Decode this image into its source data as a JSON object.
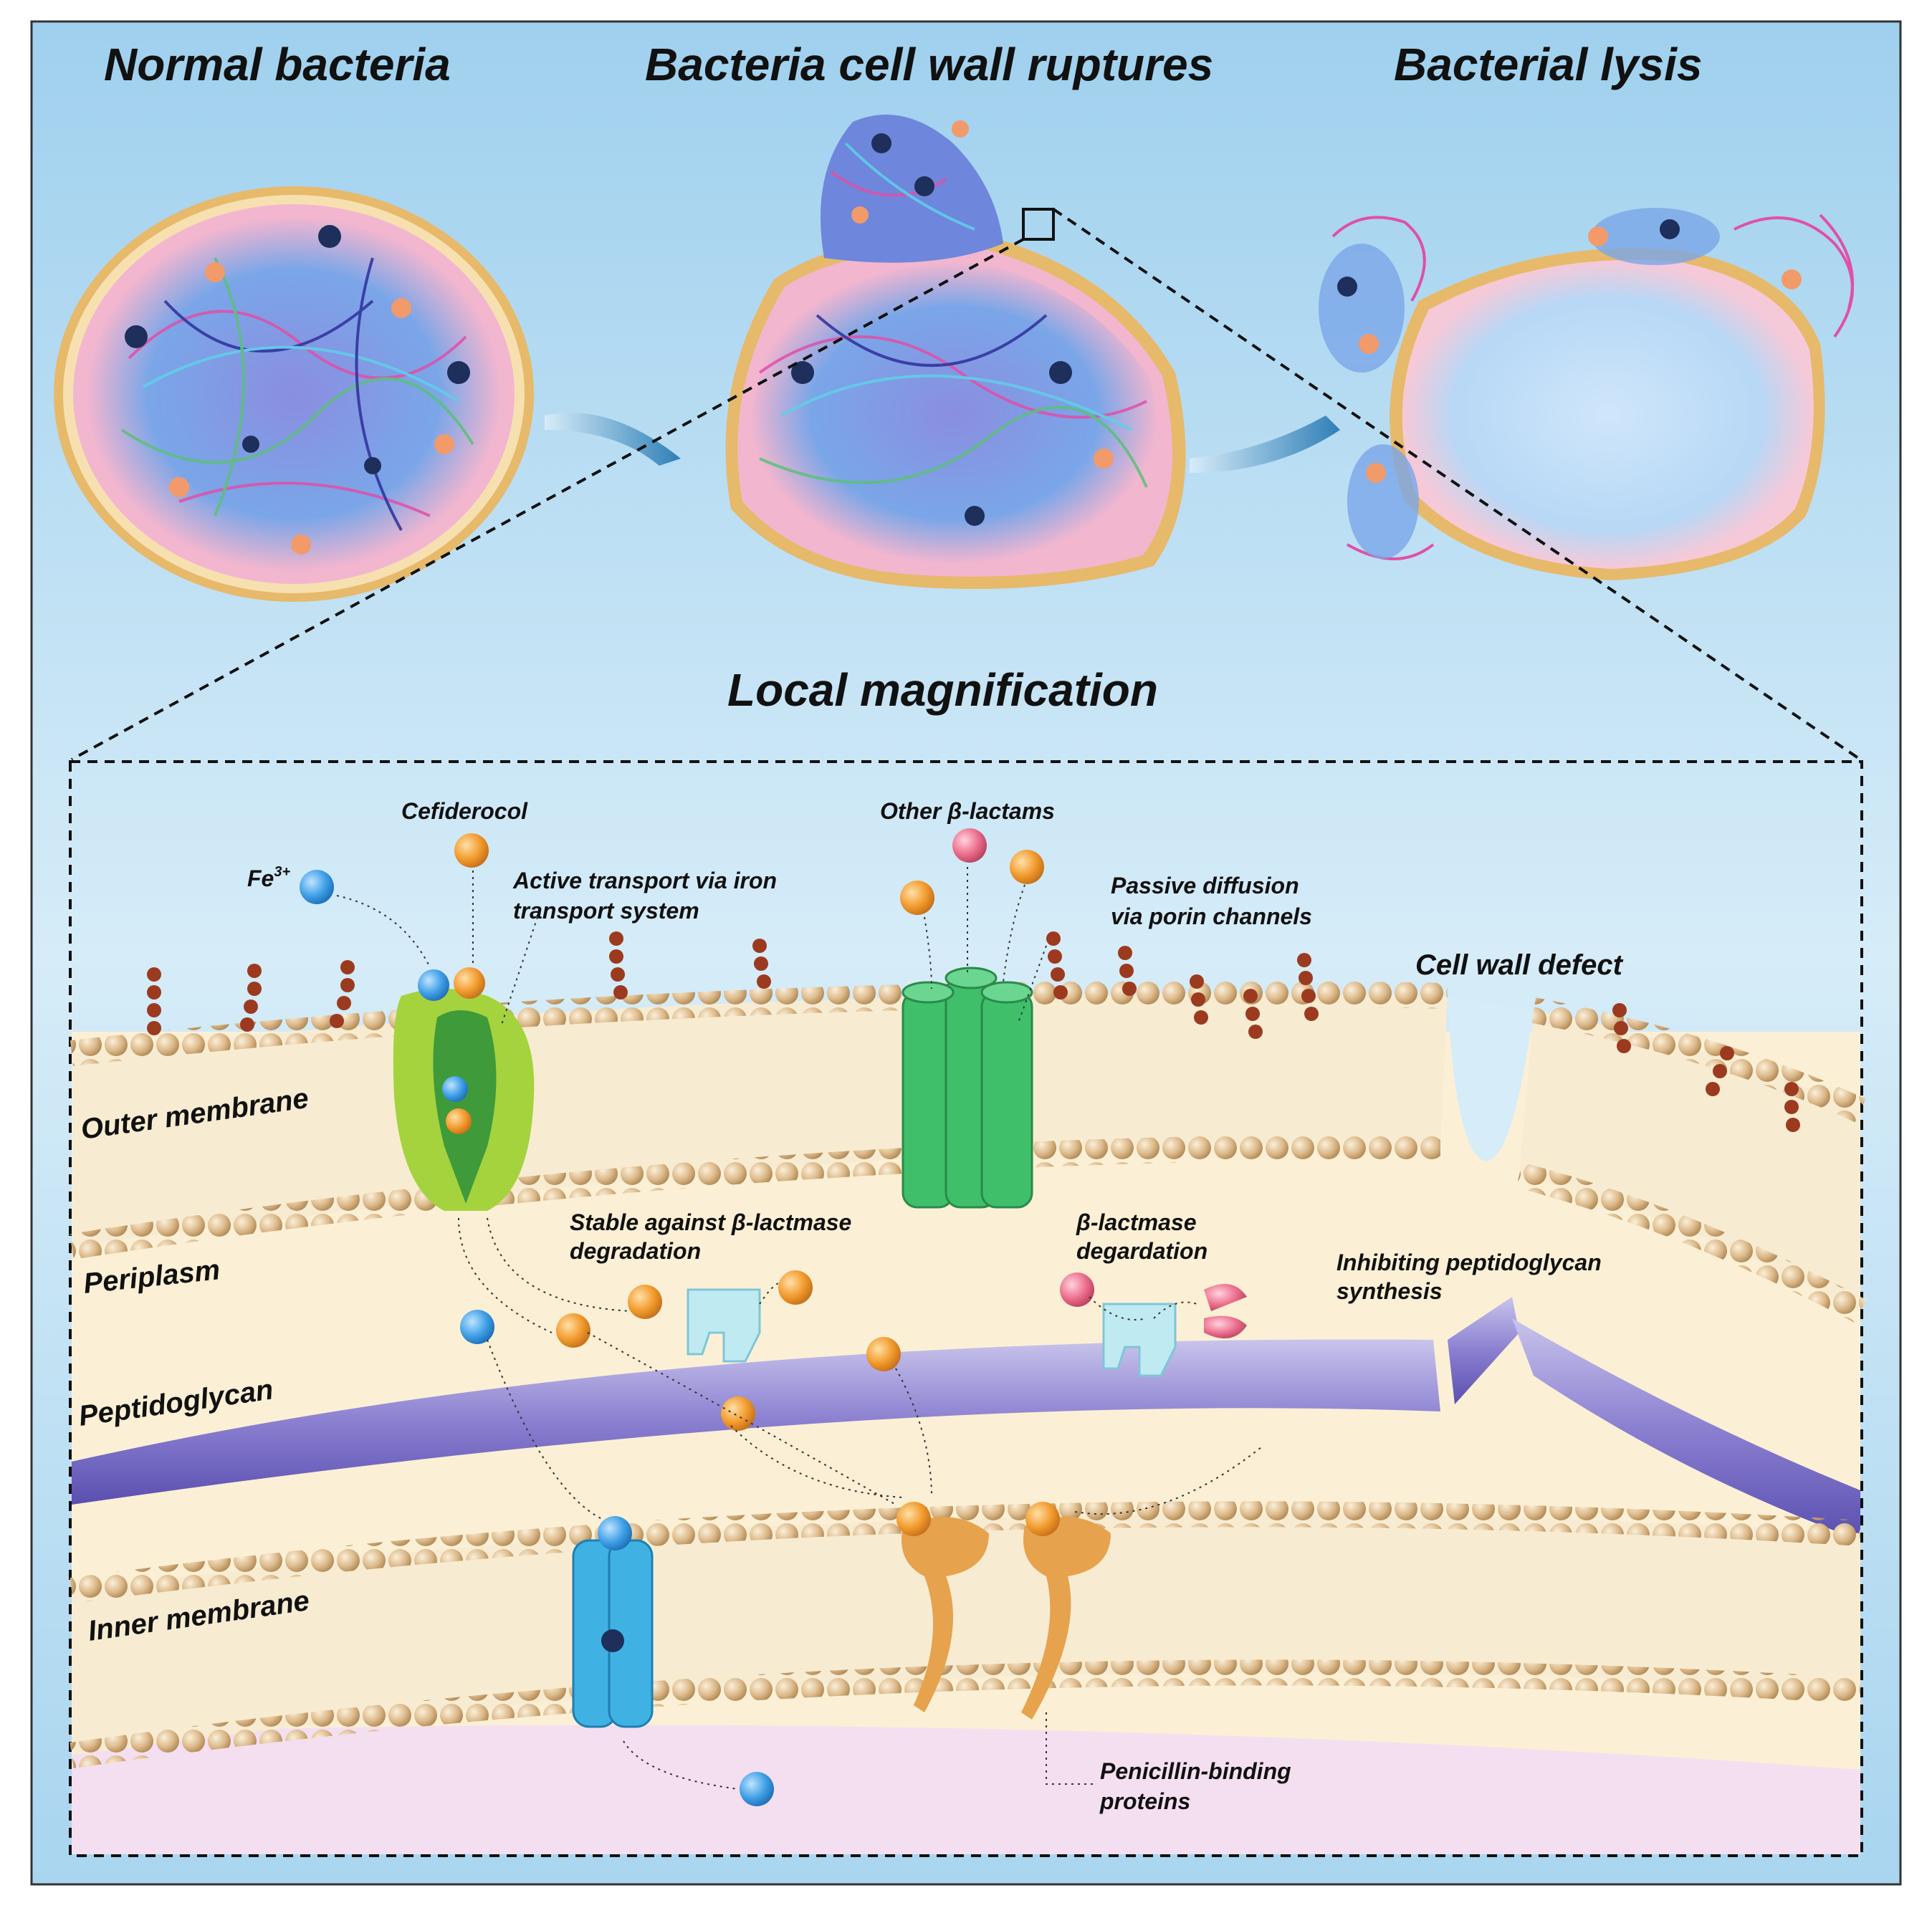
{
  "titles": {
    "normal": "Normal bacteria",
    "rupture": "Bacteria cell wall ruptures",
    "lysis": "Bacterial lysis"
  },
  "magnification": {
    "title": "Local magnification"
  },
  "layers": {
    "outer": "Outer membrane",
    "periplasm": "Periplasm",
    "peptidoglycan": "Peptidoglycan",
    "inner": "Inner membrane"
  },
  "labels": {
    "cefiderocol": "Cefiderocol",
    "iron": "Fe",
    "iron_sup": "3+",
    "other": "Other β-lactams",
    "active_1": "Active transport via iron",
    "active_2": "transport system",
    "passive_1": "Passive diffusion",
    "passive_2": "via porin channels",
    "defect": "Cell wall defect",
    "stable_1": "Stable against β-lactmase",
    "stable_2": "degradation",
    "degr_1": "β-lactmase",
    "degr_2": "degardation",
    "inhibit_1": "Inhibiting peptidoglycan",
    "inhibit_2": "synthesis",
    "pbp_1": "Penicillin-binding",
    "pbp_2": "proteins"
  },
  "colors": {
    "background": "#cfe6f5",
    "membrane_bead": "#d9b986",
    "membrane_fill": "#f7ecd2",
    "periplasm": "#fbf0d5",
    "peptidoglycan": "#8a7fd0",
    "iron": "#3f9fe6",
    "cefiderocol": "#f29a2c",
    "other_beta_lactam": "#ec6d8c",
    "porin": "#3fbf6a",
    "iron_transporter": "#a5d33e",
    "inner_transporter": "#3fb2e3",
    "beta_lactamase": "#bfeaf2",
    "pbp": "#e6a24c"
  }
}
